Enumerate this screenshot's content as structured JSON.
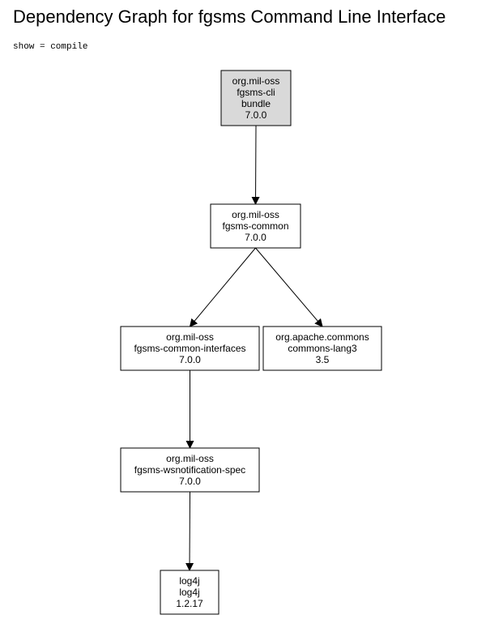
{
  "page": {
    "title": "Dependency Graph for fgsms Command Line Interface",
    "scope_label": "show = compile"
  },
  "colors": {
    "root_fill": "#d9d9d9",
    "node_fill": "#ffffff",
    "stroke": "#000000"
  },
  "nodes": [
    {
      "id": "root",
      "lines": [
        "org.mil-oss",
        "fgsms-cli",
        "bundle",
        "7.0.0"
      ],
      "highlighted": true
    },
    {
      "id": "common",
      "lines": [
        "org.mil-oss",
        "fgsms-common",
        "7.0.0"
      ],
      "highlighted": false
    },
    {
      "id": "common-interfaces",
      "lines": [
        "org.mil-oss",
        "fgsms-common-interfaces",
        "7.0.0"
      ],
      "highlighted": false
    },
    {
      "id": "commons-lang3",
      "lines": [
        "org.apache.commons",
        "commons-lang3",
        "3.5"
      ],
      "highlighted": false
    },
    {
      "id": "wsnotification-spec",
      "lines": [
        "org.mil-oss",
        "fgsms-wsnotification-spec",
        "7.0.0"
      ],
      "highlighted": false
    },
    {
      "id": "log4j",
      "lines": [
        "log4j",
        "log4j",
        "1.2.17"
      ],
      "highlighted": false
    }
  ],
  "edges": [
    {
      "from": "root",
      "to": "common"
    },
    {
      "from": "common",
      "to": "common-interfaces"
    },
    {
      "from": "common",
      "to": "commons-lang3"
    },
    {
      "from": "common-interfaces",
      "to": "wsnotification-spec"
    },
    {
      "from": "wsnotification-spec",
      "to": "log4j"
    }
  ]
}
